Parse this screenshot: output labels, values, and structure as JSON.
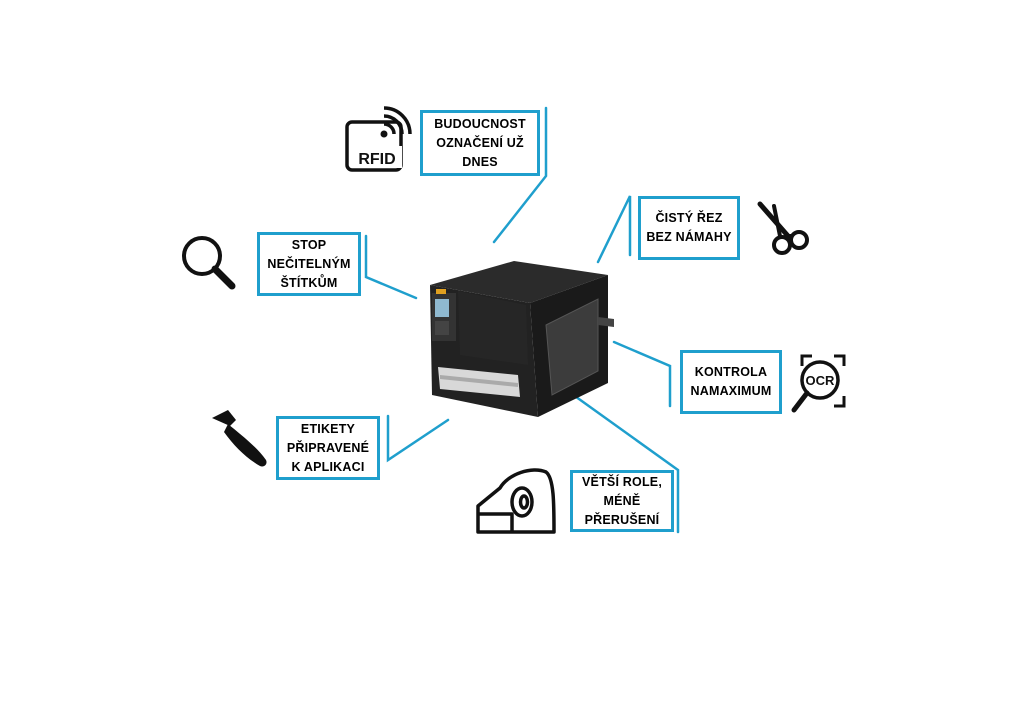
{
  "colors": {
    "accent": "#1f9fcd",
    "text": "#000000",
    "icon": "#111111",
    "printer": "#1e1e1e"
  },
  "features": [
    {
      "id": "rfid",
      "icon": "rfid-icon",
      "icon_text": "RFID",
      "lines": [
        "BUDOUCNOST",
        "OZNAČENÍ UŽ",
        "DNES"
      ]
    },
    {
      "id": "cut",
      "icon": "scissors-icon",
      "lines": [
        "ČISTÝ ŘEZ",
        "BEZ NÁMAHY"
      ]
    },
    {
      "id": "readable",
      "icon": "magnifier-icon",
      "lines": [
        "STOP",
        "NEČITELNÝM",
        "ŠTÍTKŮM"
      ]
    },
    {
      "id": "ocr",
      "icon": "ocr-icon",
      "icon_text": "OCR",
      "lines": [
        "KONTROLA",
        "NAMAXIMUM"
      ]
    },
    {
      "id": "peel",
      "icon": "peeler-icon",
      "lines": [
        "ETIKETY",
        "PŘIPRAVENÉ",
        "K APLIKACI"
      ]
    },
    {
      "id": "roll",
      "icon": "label-roll-icon",
      "lines": [
        "VĚTŠÍ ROLE,",
        "MÉNĚ",
        "PŘERUŠENÍ"
      ]
    }
  ]
}
